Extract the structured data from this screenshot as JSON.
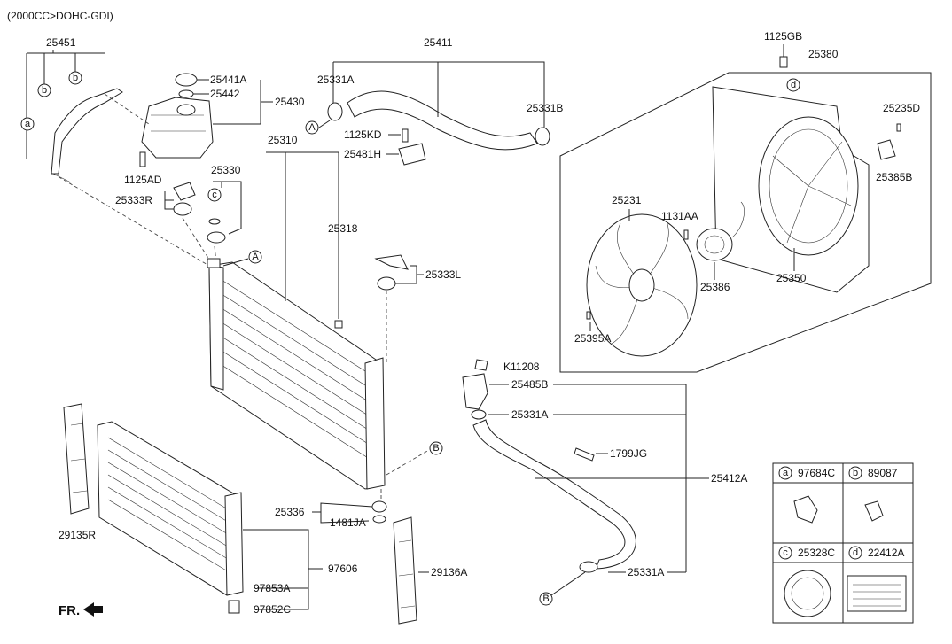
{
  "header": {
    "engine": "(2000CC>DOHC-GDI)"
  },
  "footer": {
    "fr": "FR."
  },
  "labels": {
    "p25451": "25451",
    "p25441A": "25441A",
    "p25442": "25442",
    "p25430": "25430",
    "p1125AD": "1125AD",
    "p25333R": "25333R",
    "p25330": "25330",
    "p25310": "25310",
    "p25318": "25318",
    "p25411": "25411",
    "p25331A_top": "25331A",
    "p25331B": "25331B",
    "p1125KD": "1125KD",
    "p25481H": "25481H",
    "p25333L": "25333L",
    "p1125GB": "1125GB",
    "p25380": "25380",
    "p25235D": "25235D",
    "p25385B": "25385B",
    "p25231": "25231",
    "p1131AA": "1131AA",
    "p25386": "25386",
    "p25350": "25350",
    "p25395A": "25395A",
    "pK11208": "K11208",
    "p25485B": "25485B",
    "p25331A_mid": "25331A",
    "p1799JG": "1799JG",
    "p25412A": "25412A",
    "p25331A_bot": "25331A",
    "p25336": "25336",
    "p1481JA": "1481JA",
    "p29135R": "29135R",
    "p97606": "97606",
    "p97853A": "97853A",
    "p97852C": "97852C",
    "p29136A": "29136A"
  },
  "callouts": {
    "a": "a",
    "b": "b",
    "c": "c",
    "d": "d",
    "A": "A",
    "B": "B"
  },
  "legend": [
    {
      "letter": "a",
      "part": "97684C"
    },
    {
      "letter": "b",
      "part": "89087"
    },
    {
      "letter": "c",
      "part": "25328C"
    },
    {
      "letter": "d",
      "part": "22412A"
    }
  ]
}
